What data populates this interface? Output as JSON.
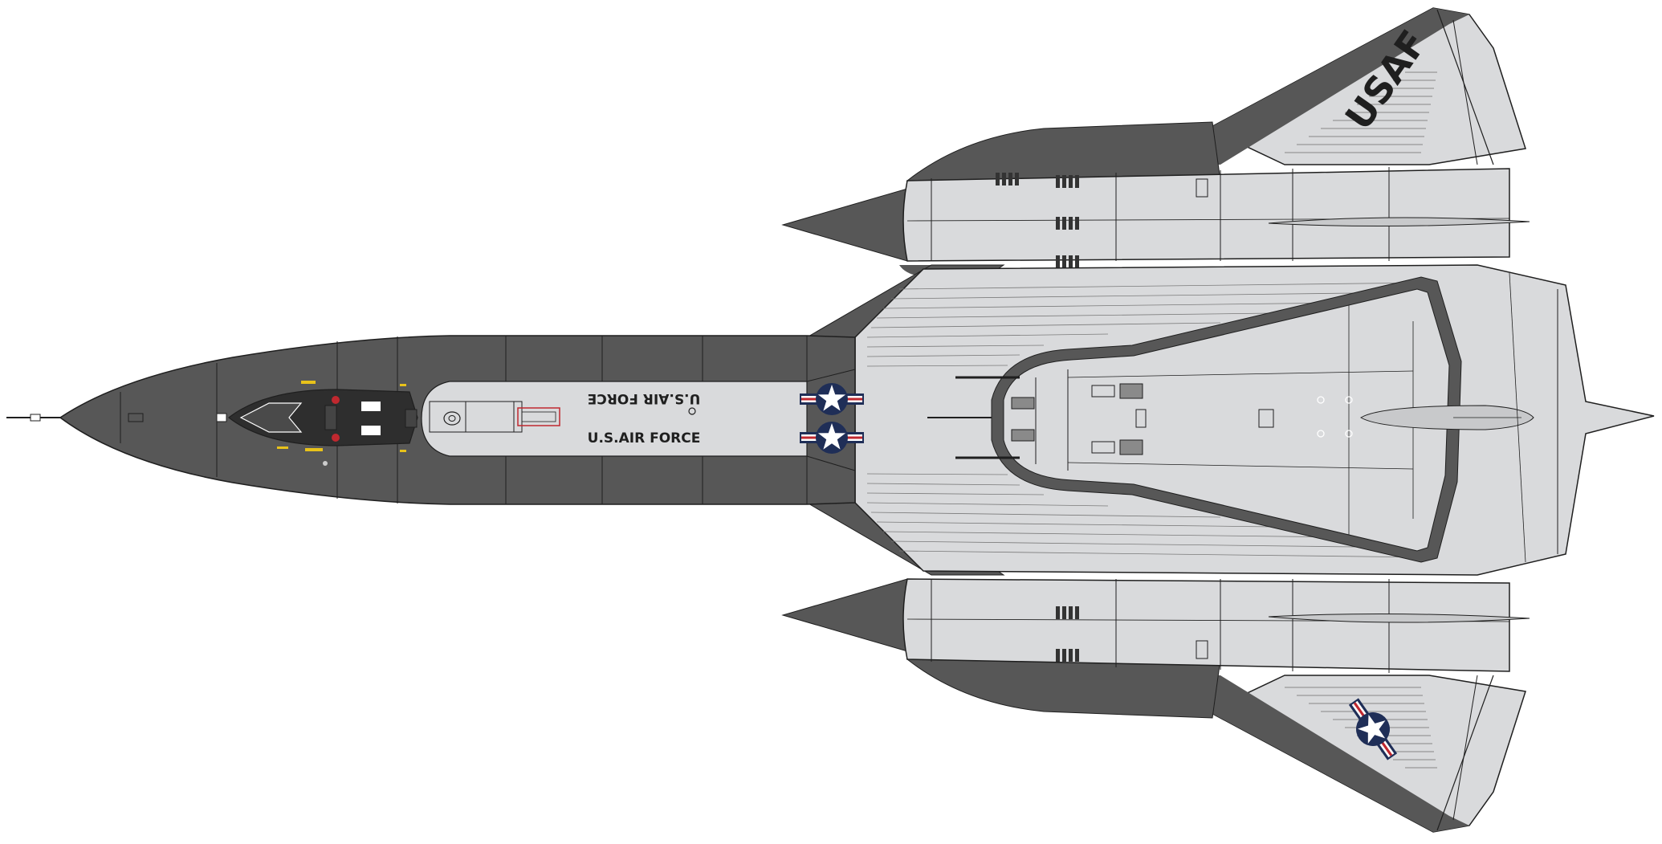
{
  "markings": {
    "fuselage_upper": "U.S.AIR FORCE",
    "fuselage_lower": "U.S.AIR FORCE",
    "wing_code": "USAF"
  },
  "colors": {
    "dark_panel": "#575757",
    "light_panel": "#d9dadc",
    "line": "#1f1f1f",
    "roundel_blue": "#1f2e57",
    "roundel_red": "#c0282f",
    "stencil_yellow": "#e8c21a"
  }
}
